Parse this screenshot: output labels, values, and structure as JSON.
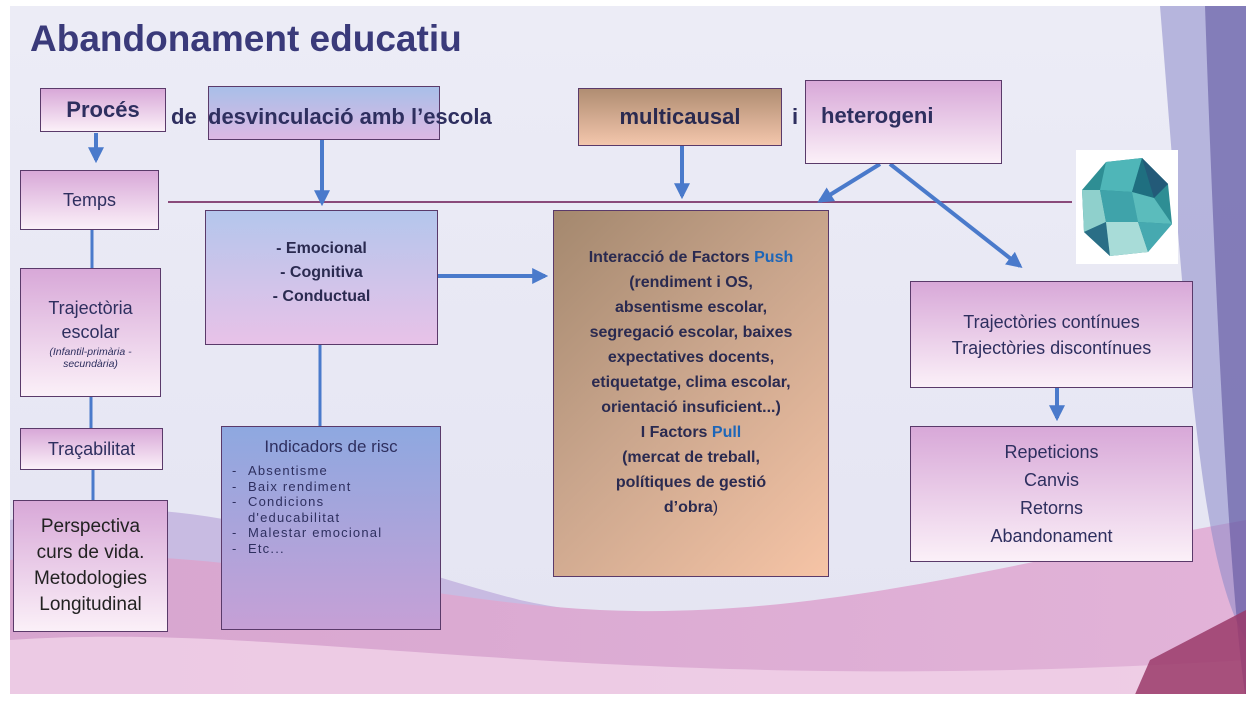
{
  "title": "Abandonament educatiu",
  "header": {
    "proces": "Procés",
    "de": "de",
    "desvinculacio": "desvinculació amb l’escola",
    "multicausal": "multicausal",
    "i": "i",
    "heterogeni": "heterogeni"
  },
  "left_column": {
    "temps": "Temps",
    "trajectoria_line1": "Trajectòria",
    "trajectoria_line2": "escolar",
    "trajectoria_sub1": "(Infantil-primària -",
    "trajectoria_sub2": "secundària)",
    "tracabilitat": "Traçabilitat",
    "perspectiva": [
      "Perspectiva",
      "curs de vida.",
      "Metodologies",
      "Longitudinal"
    ]
  },
  "dimensions": [
    "- Emocional",
    "- Cognitiva",
    "- Conductual"
  ],
  "indicators": {
    "title": "Indicadors de risc",
    "items": [
      "Absentisme",
      "Baix rendiment",
      "Condicions d'educabilitat",
      "Malestar emocional",
      "Etc..."
    ]
  },
  "factors": {
    "line1_pre": "Interacció de Factors ",
    "push": "Push",
    "push_lines": [
      "(rendiment i OS,",
      "absentisme escolar,",
      "segregació escolar, baixes",
      "expectatives docents,",
      "etiquetatge, clima escolar,",
      "orientació insuficient...)"
    ],
    "pull_pre": "I Factors ",
    "pull": "Pull",
    "pull_lines": [
      "(mercat de treball,",
      "polítiques de gestió"
    ],
    "last_bold": "d’obra",
    "last_plain": ")"
  },
  "trajectories": [
    "Trajectòries contínues",
    "Trajectòries discontínues"
  ],
  "outcomes": [
    "Repeticions",
    "Canvis",
    "Retorns",
    "Abandonament"
  ],
  "icon": "teal-polyhedron-icon",
  "colors": {
    "title": "#3a3a7a",
    "arrow": "#4a7acb",
    "timeline": "#8a4a7a",
    "push_pull": "#1e66b8",
    "box_pink_top": "#d8a8d8",
    "box_blue_top": "#a8bfe8",
    "factors_brown": "#a4886e",
    "factors_peach": "#f6c4a6"
  }
}
